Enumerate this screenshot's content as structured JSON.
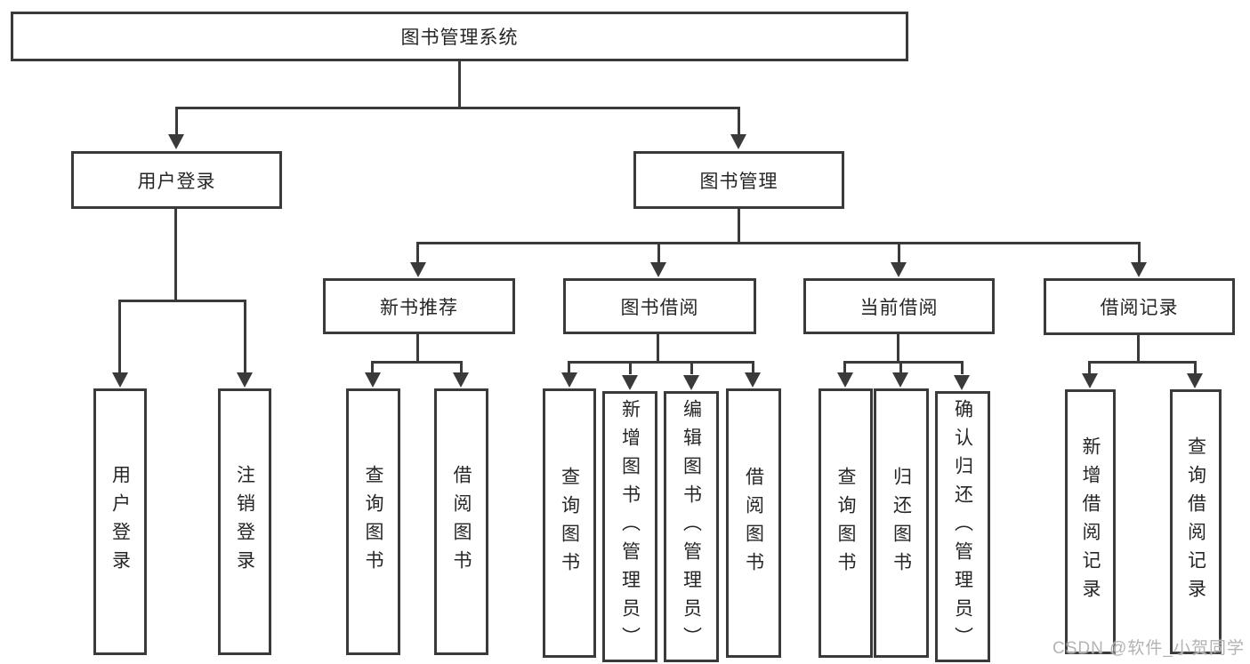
{
  "diagram": {
    "root": {
      "label": "图书管理系统"
    },
    "branches": [
      {
        "label": "用户登录",
        "children": [
          {
            "label": "用户登录"
          },
          {
            "label": "注销登录"
          }
        ]
      },
      {
        "label": "图书管理",
        "children": [
          {
            "label": "新书推荐",
            "children": [
              {
                "label": "查询图书"
              },
              {
                "label": "借阅图书"
              }
            ]
          },
          {
            "label": "图书借阅",
            "children": [
              {
                "label": "查询图书"
              },
              {
                "label": "新增图书（管理员）"
              },
              {
                "label": "编辑图书（管理员）"
              },
              {
                "label": "借阅图书"
              }
            ]
          },
          {
            "label": "当前借阅",
            "children": [
              {
                "label": "查询图书"
              },
              {
                "label": "归还图书"
              },
              {
                "label": "确认归还（管理员）"
              }
            ]
          },
          {
            "label": "借阅记录",
            "children": [
              {
                "label": "新增借阅记录"
              },
              {
                "label": "查询借阅记录"
              }
            ]
          }
        ]
      }
    ]
  },
  "watermark": {
    "text": "CSDN @软件_小贺同学",
    "color": "#b3b3b3"
  },
  "colors": {
    "line": "#3a3a3a",
    "text": "#262626",
    "background": "#ffffff"
  }
}
